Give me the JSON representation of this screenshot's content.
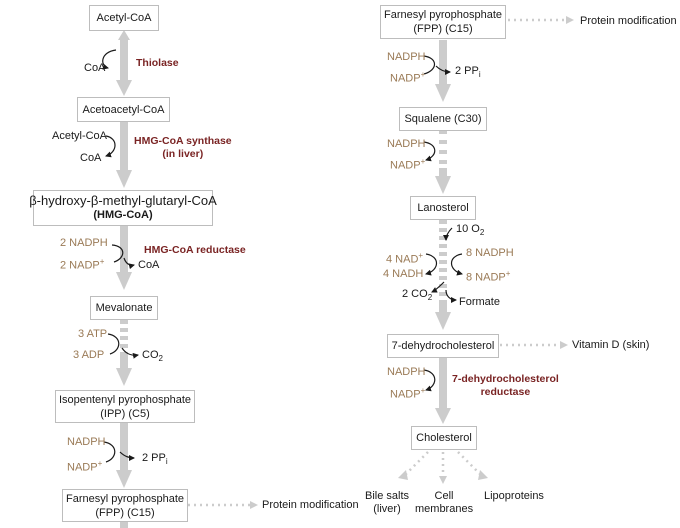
{
  "left": {
    "acetyl_coa": "Acetyl-CoA",
    "coa1": "CoA",
    "thiolase": "Thiolase",
    "acetoacetyl_coa": "Acetoacetyl-CoA",
    "acetyl_coa_in": "Acetyl-CoA",
    "coa2": "CoA",
    "hmg_synthase": "HMG-CoA synthase",
    "hmg_synthase_note": "(in liver)",
    "hmg_line1": "β-hydroxy-β-methyl-glutaryl-CoA",
    "hmg_line2": "(HMG-CoA)",
    "nadph2": "2 NADPH",
    "nadp2": "2 NADP",
    "coa3": "CoA",
    "hmg_reductase": "HMG-CoA reductase",
    "mevalonate": "Mevalonate",
    "atp3": "3 ATP",
    "adp3": "3 ADP",
    "co2": "CO",
    "ipp_line1": "Isopentenyl pyrophosphate",
    "ipp_line2": "(IPP) (C5)",
    "nadph": "NADPH",
    "nadp": "NADP",
    "ppi": "2 PP",
    "fpp_line1": "Farnesyl pyrophosphate",
    "fpp_line2": "(FPP) (C15)",
    "protein_mod": "Protein modification"
  },
  "right": {
    "fpp_line1": "Farnesyl pyrophosphate",
    "fpp_line2": "(FPP) (C15)",
    "protein_mod": "Protein modification",
    "nadph_a": "NADPH",
    "nadp_a": "NADP",
    "ppi": "2 PP",
    "squalene": "Squalene (C30)",
    "nadph_b": "NADPH",
    "nadp_b": "NADP",
    "lanosterol": "Lanosterol",
    "o2": "10 O",
    "nad4": "4 NAD",
    "nadh4": "4 NADH",
    "nadph8": "8 NADPH",
    "nadp8": "8 NADP",
    "co2": "2 CO",
    "formate": "Formate",
    "dhc": "7-dehydrocholesterol",
    "vitd": "Vitamin D (skin)",
    "nadph_c": "NADPH",
    "nadp_c": "NADP",
    "dhc_reductase_1": "7-dehydrocholesterol",
    "dhc_reductase_2": "reductase",
    "cholesterol": "Cholesterol",
    "bile1": "Bile salts",
    "bile2": "(liver)",
    "cell1": "Cell",
    "cell2": "membranes",
    "lipo": "Lipoproteins"
  },
  "glyph": {
    "plus": "+",
    "sub2": "2",
    "subi": "i"
  },
  "colors": {
    "arrow": "#cccccc",
    "box_border": "#bdbdbd",
    "enzyme": "#7a2424",
    "cofactor": "#9a7a56",
    "text": "#1a1a1a"
  }
}
